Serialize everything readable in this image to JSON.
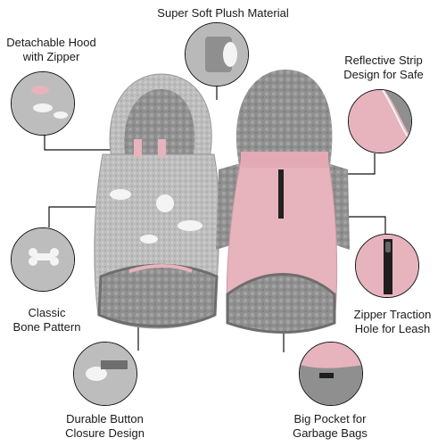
{
  "callouts": {
    "super_soft": "Super Soft Plush Material",
    "hood_line1": "Detachable Hood",
    "hood_line2": "with Zipper",
    "reflective_line1": "Reflective Strip",
    "reflective_line2": "Design for Safe",
    "bone_line1": "Classic",
    "bone_line2": "Bone Pattern",
    "zipper_line1": "Zipper Traction",
    "zipper_line2": "Hole for Leash",
    "button_line1": "Durable Button",
    "button_line2": "Closure Design",
    "pocket_line1": "Big Pocket for",
    "pocket_line2": "Garbage Bags"
  },
  "colors": {
    "fleece_gray": "#b9b9b9",
    "sherpa_gray": "#8f8f8f",
    "pink": "#e7b3bd",
    "trim": "#6e6e6e",
    "bone_white": "#f4f4f4"
  }
}
